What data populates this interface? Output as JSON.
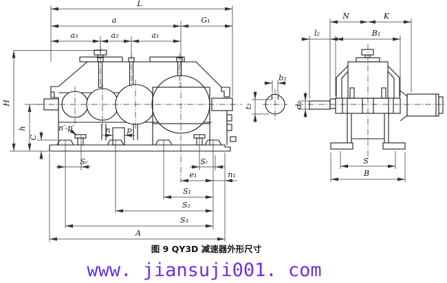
{
  "figure": {
    "caption": "图 9 QY3D 减速器外形尺寸",
    "watermark": "www. jiansuji001. com"
  },
  "colors": {
    "outline": "#1a1a1a",
    "dimension_lines": "#333333",
    "watermark": "#6b2fe8",
    "background": "#ffffff"
  },
  "views": {
    "main_side_view": "gear reducer side elevation with four gear circles",
    "end_view": "gear reducer end elevation with input and output shafts",
    "detail": "shaft cross-section with keyway"
  },
  "dims": {
    "L": "L",
    "a": "a",
    "G1": "G₁",
    "a3": "a₃",
    "a2": "a₂",
    "a1": "a₁",
    "H": "H",
    "h": "h",
    "C": "C",
    "np": "n′-p′",
    "n": "n",
    "p": "p",
    "Sr": "Sᵣ",
    "e1": "e₁",
    "n1": "n₁",
    "S1": "S₁",
    "S2": "S₂",
    "S3": "S₃",
    "A": "A",
    "N": "N",
    "K": "K",
    "l2": "l₂",
    "B1": "B₁",
    "d2": "d₂",
    "S": "S",
    "B": "B",
    "b2": "b₂",
    "t2": "t₂"
  }
}
